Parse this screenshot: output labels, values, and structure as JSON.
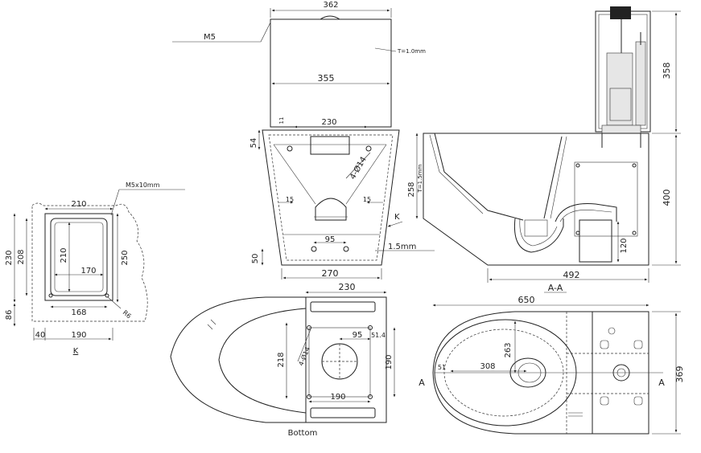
{
  "cistern_front": {
    "width_top": "362",
    "width_inner": "355",
    "thread_label": "M5",
    "thickness_label": "T=1.0mm"
  },
  "bowl_front": {
    "hole_spacing": "230",
    "top_offset": "54",
    "small_offset": "11",
    "hole_dia": "4-Ø14",
    "side_offset_left": "15",
    "side_offset_right": "15",
    "bottom_hole_spacing": "95",
    "bottom_height": "50",
    "bottom_width": "270",
    "sheet_label": "1.5mm",
    "section_marker": "K"
  },
  "detail_k": {
    "width_top": "210",
    "thread_label": "M5x10mm",
    "height_outer": "230",
    "height_mid": "208",
    "inner_height": "210",
    "inner_width": "170",
    "right_height": "250",
    "radius": "R6",
    "bottom_width": "168",
    "bottom_height": "86",
    "left_offset": "40",
    "overall_width": "190",
    "caption": "K"
  },
  "bottom_view": {
    "width_top": "230",
    "hole_dia": "4-Ø14",
    "height_left": "218",
    "hole_x": "95",
    "hole_x2": "51.4",
    "height_right": "190",
    "width_bottom": "190",
    "caption": "Bottom"
  },
  "section_aa": {
    "cistern_height": "358",
    "total_height": "400",
    "inner_height": "258",
    "thickness_label": "T=1.5mm",
    "outlet_height": "120",
    "base_length": "492",
    "caption": "A-A"
  },
  "top_view": {
    "overall_length": "650",
    "bowl_depth": "263",
    "small_dim": "51",
    "bowl_length": "308",
    "overall_width": "369",
    "section_left": "A",
    "section_right": "A"
  }
}
